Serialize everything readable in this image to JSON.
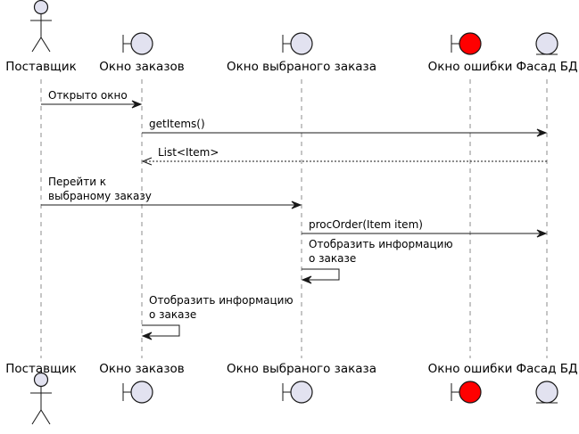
{
  "participants": [
    {
      "id": "supplier",
      "label": "Поставщик",
      "kind": "actor"
    },
    {
      "id": "orders",
      "label": "Окно заказов",
      "kind": "boundary"
    },
    {
      "id": "selected",
      "label": "Окно выбраного заказа",
      "kind": "boundary"
    },
    {
      "id": "error",
      "label": "Окно ошибки",
      "kind": "boundary",
      "color": "#FF0000"
    },
    {
      "id": "db",
      "label": "Фасад БД",
      "kind": "entity"
    }
  ],
  "messages": [
    {
      "from": "supplier",
      "to": "orders",
      "lines": [
        "Открыто окно"
      ],
      "style": "solid"
    },
    {
      "from": "orders",
      "to": "db",
      "lines": [
        "getItems()"
      ],
      "style": "solid"
    },
    {
      "from": "db",
      "to": "orders",
      "lines": [
        "List<Item>"
      ],
      "style": "dashed"
    },
    {
      "from": "supplier",
      "to": "selected",
      "lines": [
        "Перейти к",
        " выбраному заказу"
      ],
      "style": "solid"
    },
    {
      "from": "selected",
      "to": "db",
      "lines": [
        "procOrder(Item item)"
      ],
      "style": "solid"
    },
    {
      "from": "selected",
      "to": "selected",
      "lines": [
        "Отобразить информацию",
        " о заказе"
      ],
      "style": "self"
    },
    {
      "from": "orders",
      "to": "orders",
      "lines": [
        "Отобразить информацию",
        " о заказе"
      ],
      "style": "self"
    }
  ],
  "colors": {
    "participant_fill": "#E2E2F0",
    "line": "#181818",
    "error_fill": "#FF0000"
  }
}
